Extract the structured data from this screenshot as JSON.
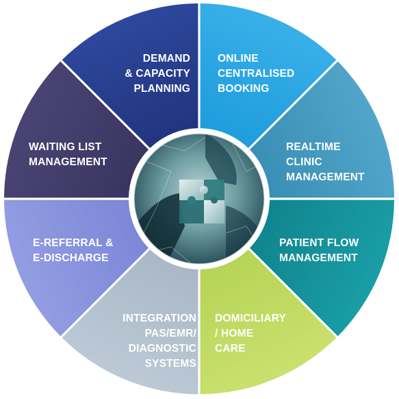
{
  "diagram": {
    "center": {
      "image": "puzzle-hands-photo",
      "tint": "#2f6f76"
    },
    "segments": [
      {
        "id": "demand",
        "lines": [
          "DEMAND",
          "& CAPACITY",
          "PLANNING"
        ],
        "color": "#22357f",
        "color_light": "#2f4aa0"
      },
      {
        "id": "online",
        "lines": [
          "ONLINE",
          "CENTRALISED",
          "BOOKING"
        ],
        "color": "#1f9ddd",
        "color_light": "#3cb2ea"
      },
      {
        "id": "realtime",
        "lines": [
          "REALTIME",
          "CLINIC",
          "MANAGEMENT"
        ],
        "color": "#3a8fb5",
        "color_light": "#55a8cd"
      },
      {
        "id": "patientflow",
        "lines": [
          "PATIENT FLOW",
          "MANAGEMENT"
        ],
        "color": "#10858f",
        "color_light": "#1ba1a9"
      },
      {
        "id": "domiciliary",
        "lines": [
          "DOMICILIARY",
          "/ HOME",
          "CARE"
        ],
        "color": "#b6d456",
        "color_light": "#cde272"
      },
      {
        "id": "integration",
        "lines": [
          "INTEGRATION",
          "PAS/EMR/",
          "DIAGNOSTIC",
          "SYSTEMS"
        ],
        "color": "#a9b8c8",
        "color_light": "#bfcbd7"
      },
      {
        "id": "ereferral",
        "lines": [
          "E-REFERRAL &",
          "E-DISCHARGE"
        ],
        "color": "#7c88d8",
        "color_light": "#96a0e4"
      },
      {
        "id": "waiting",
        "lines": [
          "WAITING LIST",
          "MANAGEMENT"
        ],
        "color": "#3a3560",
        "color_light": "#4c4677"
      }
    ]
  }
}
